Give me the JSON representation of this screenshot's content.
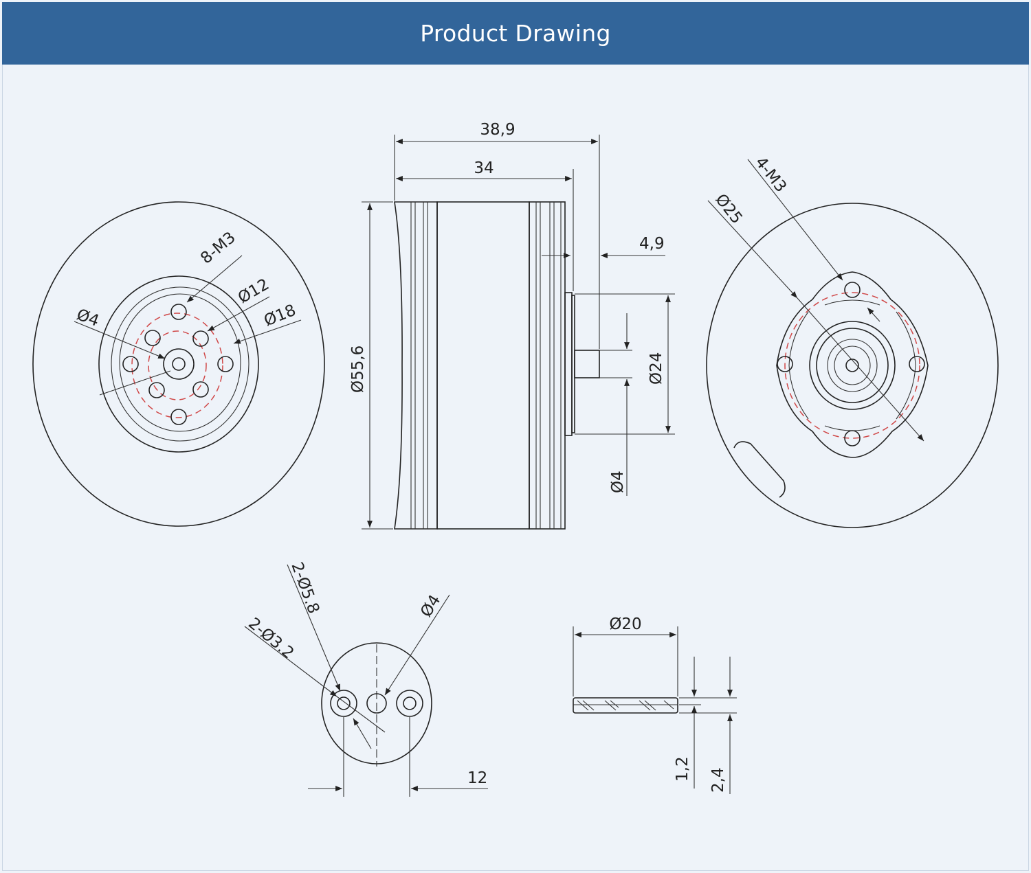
{
  "header": {
    "title": "Product Drawing",
    "bg_color": "#32659a"
  },
  "colors": {
    "background": "#eef3f9",
    "line": "#222222",
    "construction_red": "#d04848"
  },
  "views": {
    "front_left": {
      "labels": {
        "holes": "8-M3",
        "d12": "Ø12",
        "d18": "Ø18",
        "d4": "Ø4"
      }
    },
    "side": {
      "labels": {
        "overall_length": "38,9",
        "body_length": "34",
        "shaft_step": "4,9",
        "diameter": "Ø55,6",
        "base_diameter": "Ø24",
        "shaft_diameter": "Ø4"
      }
    },
    "rear_right": {
      "labels": {
        "holes": "4-M3",
        "bolt_circle": "Ø25"
      }
    },
    "adapter": {
      "labels": {
        "large_holes": "2-Ø5.8",
        "small_holes": "2-Ø3.2",
        "center_hole": "Ø4",
        "spacing": "12"
      }
    },
    "washer": {
      "labels": {
        "diameter": "Ø20",
        "thickness_1": "1,2",
        "thickness_2": "2,4"
      }
    }
  }
}
